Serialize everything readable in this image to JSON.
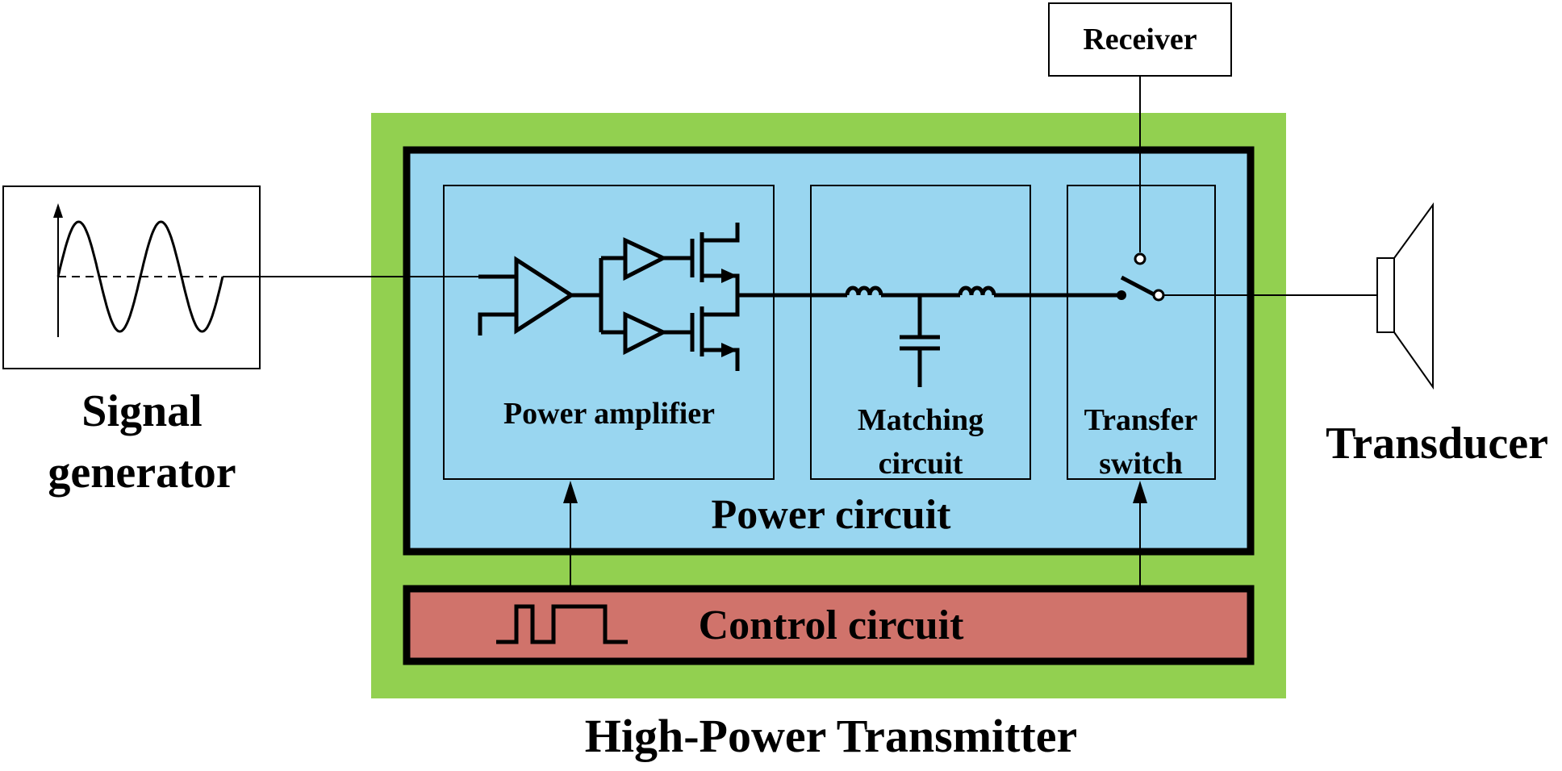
{
  "labels": {
    "receiver": "Receiver",
    "signal_generator_line1": "Signal",
    "signal_generator_line2": "generator",
    "power_amplifier": "Power amplifier",
    "matching_line1": "Matching",
    "matching_line2": "circuit",
    "transfer_line1": "Transfer",
    "transfer_line2": "switch",
    "power_circuit": "Power circuit",
    "control_circuit": "Control circuit",
    "transducer": "Transducer",
    "transmitter": "High-Power Transmitter"
  },
  "colors": {
    "transmitter_fill": "#92d050",
    "power_circuit_fill": "#99d6f0",
    "control_circuit_fill": "#d0736b",
    "stroke": "#000000",
    "background": "#ffffff"
  }
}
